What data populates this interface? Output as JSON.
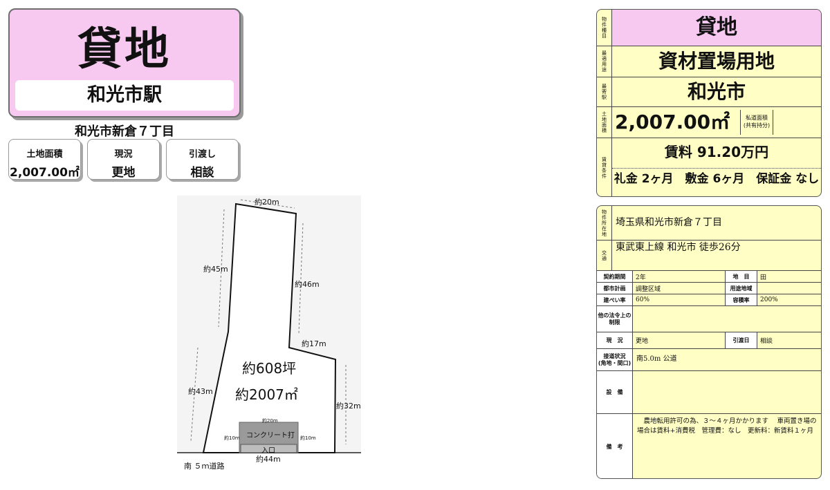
{
  "header": {
    "type": "貸地",
    "station": "和光市駅",
    "address": "和光市新倉７丁目"
  },
  "info_boxes": [
    {
      "label": "土地面積",
      "value": "2,007.00㎡"
    },
    {
      "label": "現況",
      "value": "更地"
    },
    {
      "label": "引渡し",
      "value": "相談"
    }
  ],
  "plan": {
    "north_side": "約20m",
    "west_upper": "約45m",
    "west_lower": "約43m",
    "east_upper": "約46m",
    "step": "約17m",
    "east_lower": "約32m",
    "south": "約44m",
    "area_tsubo": "約608坪",
    "area_m2": "約2007㎡",
    "concrete_width": "約20m",
    "concrete_label": "コンクリート打",
    "concrete_left": "約10m",
    "concrete_right": "約10m",
    "entrance": "入口",
    "road": "南 ５ｍ道路"
  },
  "summary": {
    "type_side": "物件種目",
    "type": "貸地",
    "use_side": "最適用途",
    "use": "資材置場用地",
    "station_side": "最寄駅",
    "station": "和光市",
    "area_side": "土地面積",
    "area": "2,007.00㎡",
    "private_road": "私道面積\n(共有持分)",
    "terms_side": "賃貸条件",
    "rent": "賃料 91.20万円",
    "deposit": "礼金 2ヶ月　敷金 6ヶ月　保証金 なし"
  },
  "details": {
    "address_side": "物件所在地",
    "address": "埼玉県和光市新倉７丁目",
    "transport_side": "交通",
    "transport": "東武東上線 和光市 徒歩26分",
    "contract_period_label": "契約期間",
    "contract_period": "2年",
    "land_category_label": "地　目",
    "land_category": "田",
    "city_planning_label": "都市計画",
    "city_planning": "調整区域",
    "zoning_label": "用途地域",
    "zoning": "",
    "bcr_label": "建ぺい率",
    "bcr": "60%",
    "far_label": "容積率",
    "far": "200%",
    "legal_label": "他の法令上の制限",
    "legal": "",
    "status_label": "現　況",
    "status": "更地",
    "handover_label": "引渡日",
    "handover": "相談",
    "road_label": "接道状況\n(角地・間口)",
    "road": "南5.0m 公道",
    "facilities_label": "設　備",
    "facilities": "",
    "remarks_label": "備　考",
    "remarks": "　農地転用許可の為、３～４ヶ月かかります　 車両置き場の場合は賃料+消費税　管理費：なし　更新料：新賃料１ヶ月"
  },
  "colors": {
    "pink": "#f7c9f1",
    "cream": "#fffec4"
  }
}
